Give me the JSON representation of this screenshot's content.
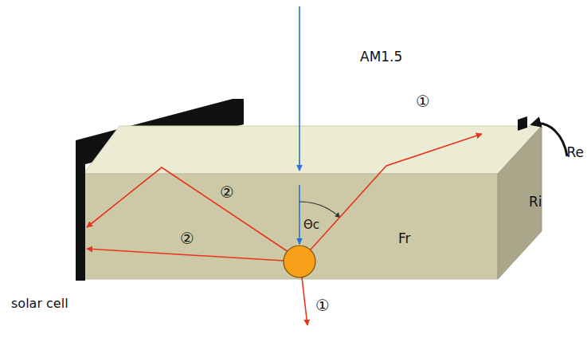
{
  "diagram": {
    "labels": [
      "AM1.5",
      "Re",
      "Ri",
      "Fr",
      "①",
      "①",
      "Θc",
      "②",
      "②",
      "solar cell"
    ]
  }
}
